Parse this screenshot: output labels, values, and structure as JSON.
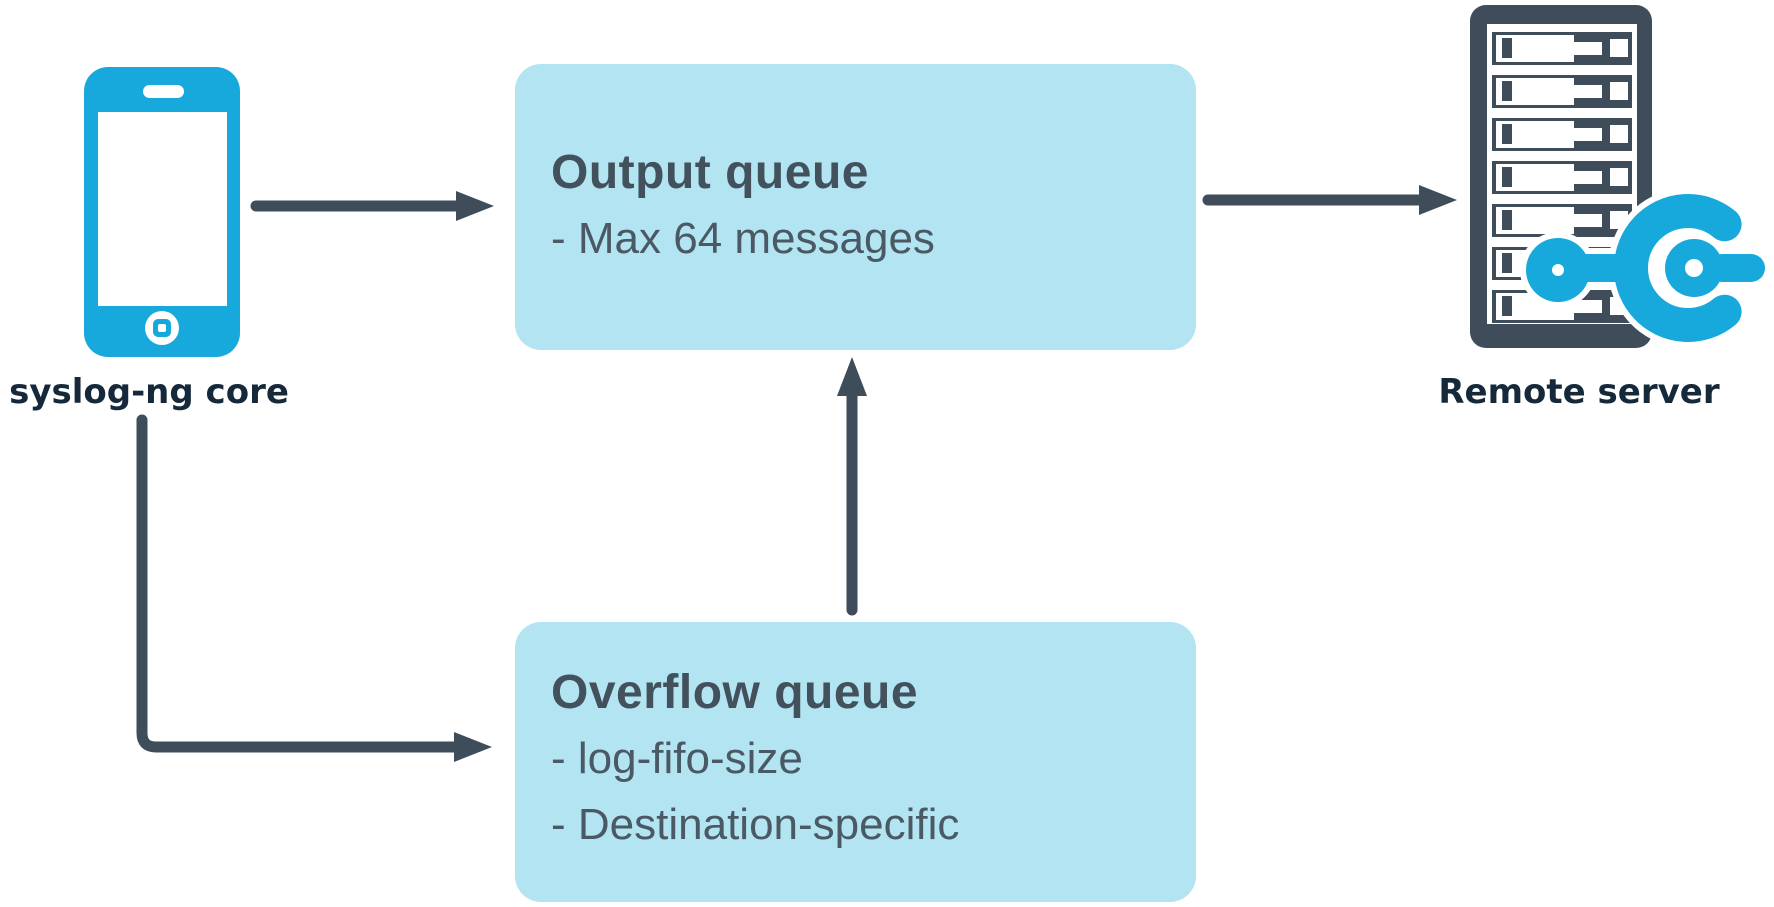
{
  "colors": {
    "accent_cyan": "#17A8DC",
    "box_fill": "#B2E4F2",
    "arrow_slate": "#3E4D59",
    "box_title_text": "#42515C",
    "box_body_text": "#4A5963",
    "label_text": "#15293B"
  },
  "nodes": {
    "source": {
      "label": "syslog-ng core",
      "icon": "smartphone-icon"
    },
    "output_queue": {
      "title": "Output queue",
      "items": [
        "- Max 64 messages"
      ]
    },
    "overflow_queue": {
      "title": "Overflow queue",
      "items": [
        "- log-fifo-size",
        "- Destination-specific"
      ]
    },
    "remote_server": {
      "label": "Remote server",
      "icon": "server-rack-icon"
    }
  },
  "edges": [
    {
      "from": "syslog-ng core",
      "to": "Output queue"
    },
    {
      "from": "syslog-ng core",
      "to": "Overflow queue"
    },
    {
      "from": "Overflow queue",
      "to": "Output queue"
    },
    {
      "from": "Output queue",
      "to": "Remote server"
    }
  ]
}
